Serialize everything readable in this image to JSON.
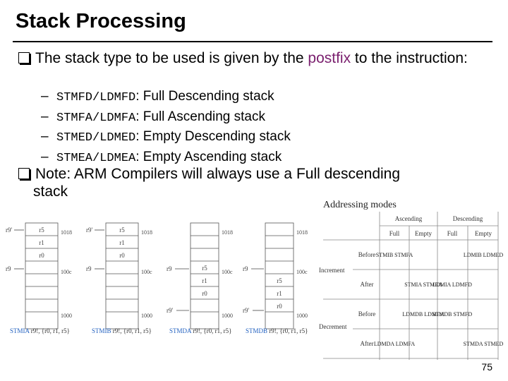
{
  "slide": {
    "title": "Stack Processing",
    "bullet1_before": "The stack type to be used is given by the ",
    "bullet1_highlight": "postfix",
    "bullet1_after": " to the instruction:",
    "sub_items": [
      {
        "code": "STMFD/LDMFD",
        "desc": ": Full Descending stack"
      },
      {
        "code": "STMFA/LDMFA",
        "desc": ": Full Ascending stack"
      },
      {
        "code": "STMED/LDMED",
        "desc": ": Empty Descending stack"
      },
      {
        "code": "STMEA/LDMEA",
        "desc": ": Empty Ascending stack"
      }
    ],
    "bullet2_line1": "Note: ARM Compilers will always use a Full descending",
    "bullet2_line2": "stack",
    "page_number": "75"
  },
  "figure": {
    "stacks": [
      {
        "caption_op": "STMIA",
        "caption_args": " r9!, {r0, r1, r5}",
        "top_label_left": "r9'",
        "top_label_right": "1018",
        "mid_label_left": "r9",
        "mid_label_right": "100c",
        "bottom_label_right": "1000",
        "cells": [
          "r5",
          "r1",
          "r0"
        ]
      },
      {
        "caption_op": "STMIB",
        "caption_args": " r9!, {r0, r1, r5}",
        "top_label_left": "r9'",
        "top_label_right": "1018",
        "mid_label_left": "r9",
        "mid_label_right": "100c",
        "bottom_label_right": "1000",
        "cells": [
          "r5",
          "r1",
          "r0"
        ]
      },
      {
        "caption_op": "STMDA",
        "caption_args": " r9!, {r0, r1, r5}",
        "top_label_left": "",
        "top_label_right": "1018",
        "mid_label_left": "r9",
        "mid_label_right": "100c",
        "bottom_label_left": "r9'",
        "bottom_label_right": "1000",
        "cells": [
          "r5",
          "r1",
          "r0"
        ]
      },
      {
        "caption_op": "STMDB",
        "caption_args": " r9!, {r0, r1, r5}",
        "top_label_left": "",
        "top_label_right": "1018",
        "mid_label_left": "r9",
        "mid_label_right": "100c",
        "bottom_label_left": "r9'",
        "bottom_label_right": "1000",
        "cells": [
          "r5",
          "r1",
          "r0"
        ]
      }
    ],
    "table": {
      "title": "Addressing modes",
      "col_groups": [
        "Ascending",
        "Descending"
      ],
      "col_heads": [
        "Full",
        "Empty",
        "Full",
        "Empty"
      ],
      "row_groups": [
        "Increment",
        "Decrement"
      ],
      "row_heads": [
        "Before",
        "After",
        "Before",
        "After"
      ],
      "cells": [
        [
          "STMIB STMFA",
          "",
          "",
          "LDMIB LDMED"
        ],
        [
          "",
          "STMIA STMEA",
          "LDMIA LDMFD",
          ""
        ],
        [
          "",
          "LDMDB LDMEA",
          "STMDB STMFD",
          ""
        ],
        [
          "LDMDA LDMFA",
          "",
          "",
          "STMDA STMED"
        ]
      ]
    }
  }
}
